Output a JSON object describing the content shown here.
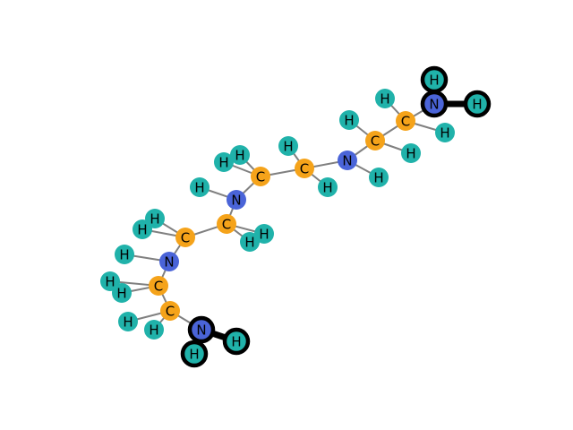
{
  "colors": {
    "carbon": "#f5a31a",
    "nitrogen": "#4a64d8",
    "hydrogen": "#20b2aa",
    "bond": "#808080",
    "highlight": "#000000"
  },
  "atoms": [
    {
      "id": "N1",
      "el": "N",
      "label": "N",
      "hl": true
    },
    {
      "id": "H1",
      "el": "H",
      "label": "H",
      "hl": true
    },
    {
      "id": "H2",
      "el": "H",
      "label": "H",
      "hl": true
    },
    {
      "id": "C1",
      "el": "C",
      "label": "C"
    },
    {
      "id": "H3",
      "el": "H",
      "label": "H"
    },
    {
      "id": "H4",
      "el": "H",
      "label": "H"
    },
    {
      "id": "C2",
      "el": "C",
      "label": "C"
    },
    {
      "id": "H5",
      "el": "H",
      "label": "H"
    },
    {
      "id": "H6",
      "el": "H",
      "label": "H"
    },
    {
      "id": "N2",
      "el": "N",
      "label": "N"
    },
    {
      "id": "H7",
      "el": "H",
      "label": "H"
    },
    {
      "id": "C3",
      "el": "C",
      "label": "C"
    },
    {
      "id": "H8",
      "el": "H",
      "label": "H"
    },
    {
      "id": "H9",
      "el": "H",
      "label": "H"
    },
    {
      "id": "C4",
      "el": "C",
      "label": "C"
    },
    {
      "id": "H10",
      "el": "H",
      "label": "H"
    },
    {
      "id": "H11",
      "el": "H",
      "label": "H"
    },
    {
      "id": "N3",
      "el": "N",
      "label": "N"
    },
    {
      "id": "H12",
      "el": "H",
      "label": "H"
    },
    {
      "id": "C5",
      "el": "C",
      "label": "C"
    },
    {
      "id": "H13",
      "el": "H",
      "label": "H"
    },
    {
      "id": "H14",
      "el": "H",
      "label": "H"
    },
    {
      "id": "C6",
      "el": "C",
      "label": "C"
    },
    {
      "id": "H15",
      "el": "H",
      "label": "H"
    },
    {
      "id": "H16",
      "el": "H",
      "label": "H"
    },
    {
      "id": "N4",
      "el": "N",
      "label": "N"
    },
    {
      "id": "H17",
      "el": "H",
      "label": "H"
    },
    {
      "id": "C7",
      "el": "C",
      "label": "C"
    },
    {
      "id": "H18",
      "el": "H",
      "label": "H"
    },
    {
      "id": "H19",
      "el": "H",
      "label": "H"
    },
    {
      "id": "C8",
      "el": "C",
      "label": "C"
    },
    {
      "id": "H20",
      "el": "H",
      "label": "H"
    },
    {
      "id": "H21",
      "el": "H",
      "label": "H"
    },
    {
      "id": "N5",
      "el": "N",
      "label": "N",
      "hl": true
    },
    {
      "id": "H22",
      "el": "H",
      "label": "H",
      "hl": true
    },
    {
      "id": "H23",
      "el": "H",
      "label": "H",
      "hl": true
    }
  ],
  "bonds": [
    [
      "N1",
      "H1",
      true
    ],
    [
      "N1",
      "H2",
      true
    ],
    [
      "N1",
      "C1",
      false
    ],
    [
      "C1",
      "H3",
      false
    ],
    [
      "C1",
      "H4",
      false
    ],
    [
      "C1",
      "C2",
      false
    ],
    [
      "C2",
      "H5",
      false
    ],
    [
      "C2",
      "H6",
      false
    ],
    [
      "C2",
      "N2",
      false
    ],
    [
      "N2",
      "H7",
      false
    ],
    [
      "N2",
      "C3",
      false
    ],
    [
      "C3",
      "H8",
      false
    ],
    [
      "C3",
      "H9",
      false
    ],
    [
      "C3",
      "C4",
      false
    ],
    [
      "C4",
      "H10",
      false
    ],
    [
      "C4",
      "H11",
      false
    ],
    [
      "C4",
      "N3",
      false
    ],
    [
      "N3",
      "H12",
      false
    ],
    [
      "N3",
      "C5",
      false
    ],
    [
      "C5",
      "H13",
      false
    ],
    [
      "C5",
      "H14",
      false
    ],
    [
      "C5",
      "C6",
      false
    ],
    [
      "C6",
      "H15",
      false
    ],
    [
      "C6",
      "H16",
      false
    ],
    [
      "C6",
      "N4",
      false
    ],
    [
      "N4",
      "H17",
      false
    ],
    [
      "N4",
      "C7",
      false
    ],
    [
      "C7",
      "H18",
      false
    ],
    [
      "C7",
      "H19",
      false
    ],
    [
      "C7",
      "C8",
      false
    ],
    [
      "C8",
      "H20",
      false
    ],
    [
      "C8",
      "H21",
      false
    ],
    [
      "C8",
      "N5",
      false
    ],
    [
      "N5",
      "H22",
      true
    ],
    [
      "N5",
      "H23",
      true
    ]
  ]
}
